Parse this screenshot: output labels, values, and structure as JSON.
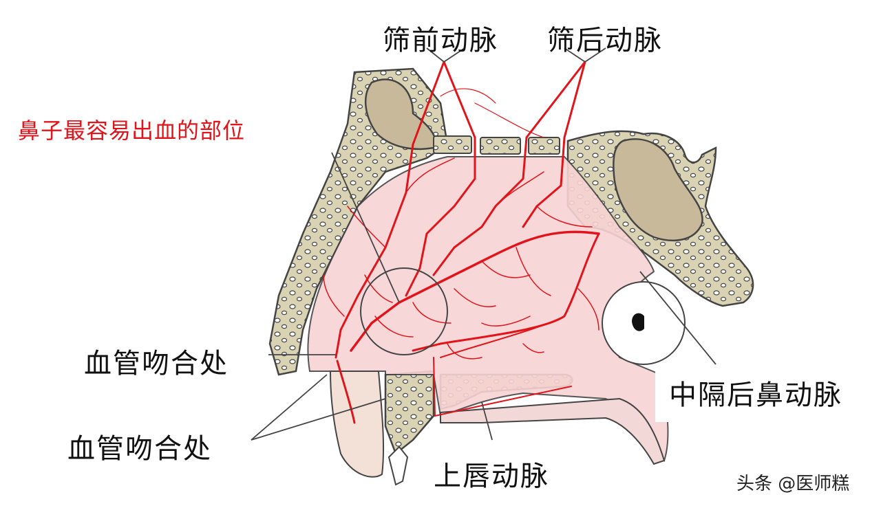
{
  "labels": {
    "anterior_ethmoidal": "筛前动脉",
    "posterior_ethmoidal": "筛后动脉",
    "bleeding_site": "鼻子最容易出血的部位",
    "anastomosis_upper": "血管吻合处",
    "anastomosis_lower": "血管吻合处",
    "posterior_septal": "中隔后鼻动脉",
    "superior_labial": "上唇动脉",
    "watermark": "头条 @医师糕"
  },
  "colors": {
    "bone": "#d9d2b3",
    "sinus": "#c8b99a",
    "mucosa": "#f7d3d3",
    "artery": "#e0141a",
    "outline": "#444444",
    "label_red": "#e0141a"
  }
}
